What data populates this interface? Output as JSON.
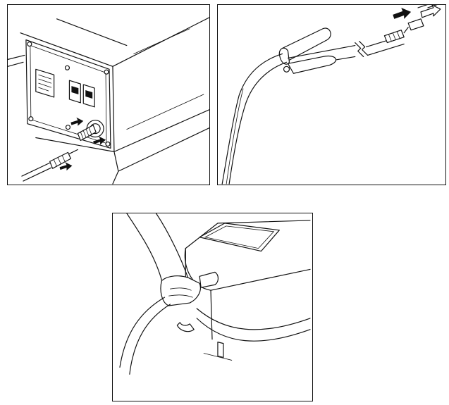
{
  "figures": [
    {
      "id": "connection-front-panel"
    },
    {
      "id": "hose-handle-connection"
    },
    {
      "id": "hand-handling-machine"
    }
  ]
}
